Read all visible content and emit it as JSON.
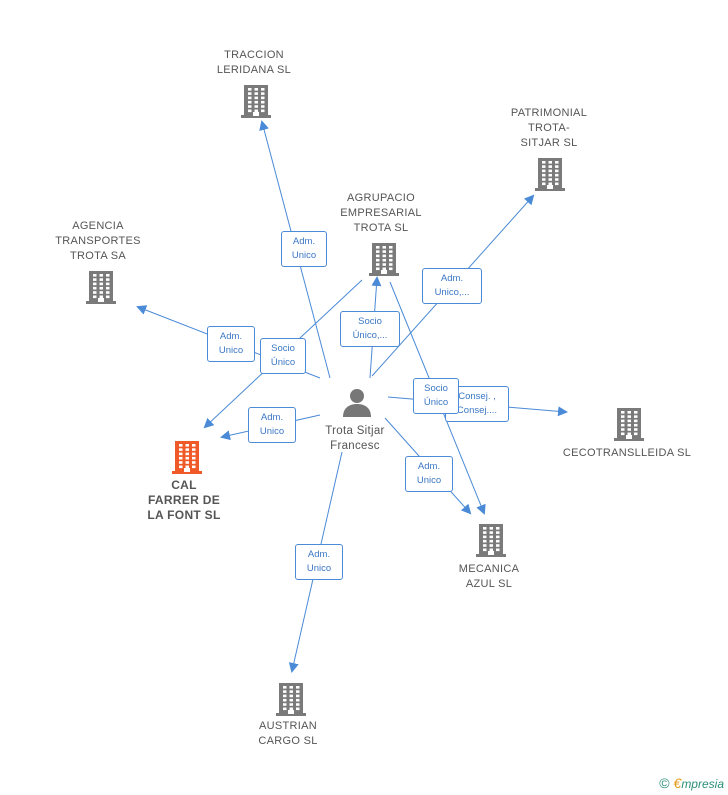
{
  "center": {
    "name": "Trota Sitjar\nFrancesc"
  },
  "companies": [
    {
      "id": "traccion",
      "name": "TRACCION\nLERIDANA SL",
      "highlight": false
    },
    {
      "id": "patrimonial",
      "name": "PATRIMONIAL\nTROTA-\nSITJAR SL",
      "highlight": false
    },
    {
      "id": "agrupacio",
      "name": "AGRUPACIO\nEMPRESARIAL\nTROTA SL",
      "highlight": false
    },
    {
      "id": "agencia",
      "name": "AGENCIA\nTRANSPORTES\nTROTA SA",
      "highlight": false
    },
    {
      "id": "cecotrans",
      "name": "CECOTRANSLLEIDA SL",
      "highlight": false
    },
    {
      "id": "calfarrer",
      "name": "CAL\nFARRER DE\nLA FONT SL",
      "highlight": true
    },
    {
      "id": "mecanica",
      "name": "MECANICA\nAZUL SL",
      "highlight": false
    },
    {
      "id": "austrian",
      "name": "AUSTRIAN\nCARGO SL",
      "highlight": false
    }
  ],
  "relations": [
    {
      "id": "r-traccion",
      "label": "Adm.\nUnico"
    },
    {
      "id": "r-patrimonial",
      "label": "Adm.\nUnico,..."
    },
    {
      "id": "r-agrupacio",
      "label": "Socio\nÚnico,..."
    },
    {
      "id": "r-agencia",
      "label": "Adm.\nUnico"
    },
    {
      "id": "r-socio-calfarrer",
      "label": "Socio\nÚnico"
    },
    {
      "id": "r-calfarrer",
      "label": "Adm.\nUnico"
    },
    {
      "id": "r-socio-mecanica",
      "label": "Socio\nÚnico"
    },
    {
      "id": "r-cecotrans",
      "label": "Consej. ,\nConsej...."
    },
    {
      "id": "r-mecanica",
      "label": "Adm.\nUnico"
    },
    {
      "id": "r-austrian",
      "label": "Adm.\nUnico"
    }
  ],
  "colors": {
    "building": "#7a7a7a",
    "highlight": "#f05a28",
    "line": "#4a8ad6",
    "person": "#777777"
  },
  "footer": {
    "copyright": "©",
    "brand_e": "€",
    "brand_rest": "mpresia"
  }
}
